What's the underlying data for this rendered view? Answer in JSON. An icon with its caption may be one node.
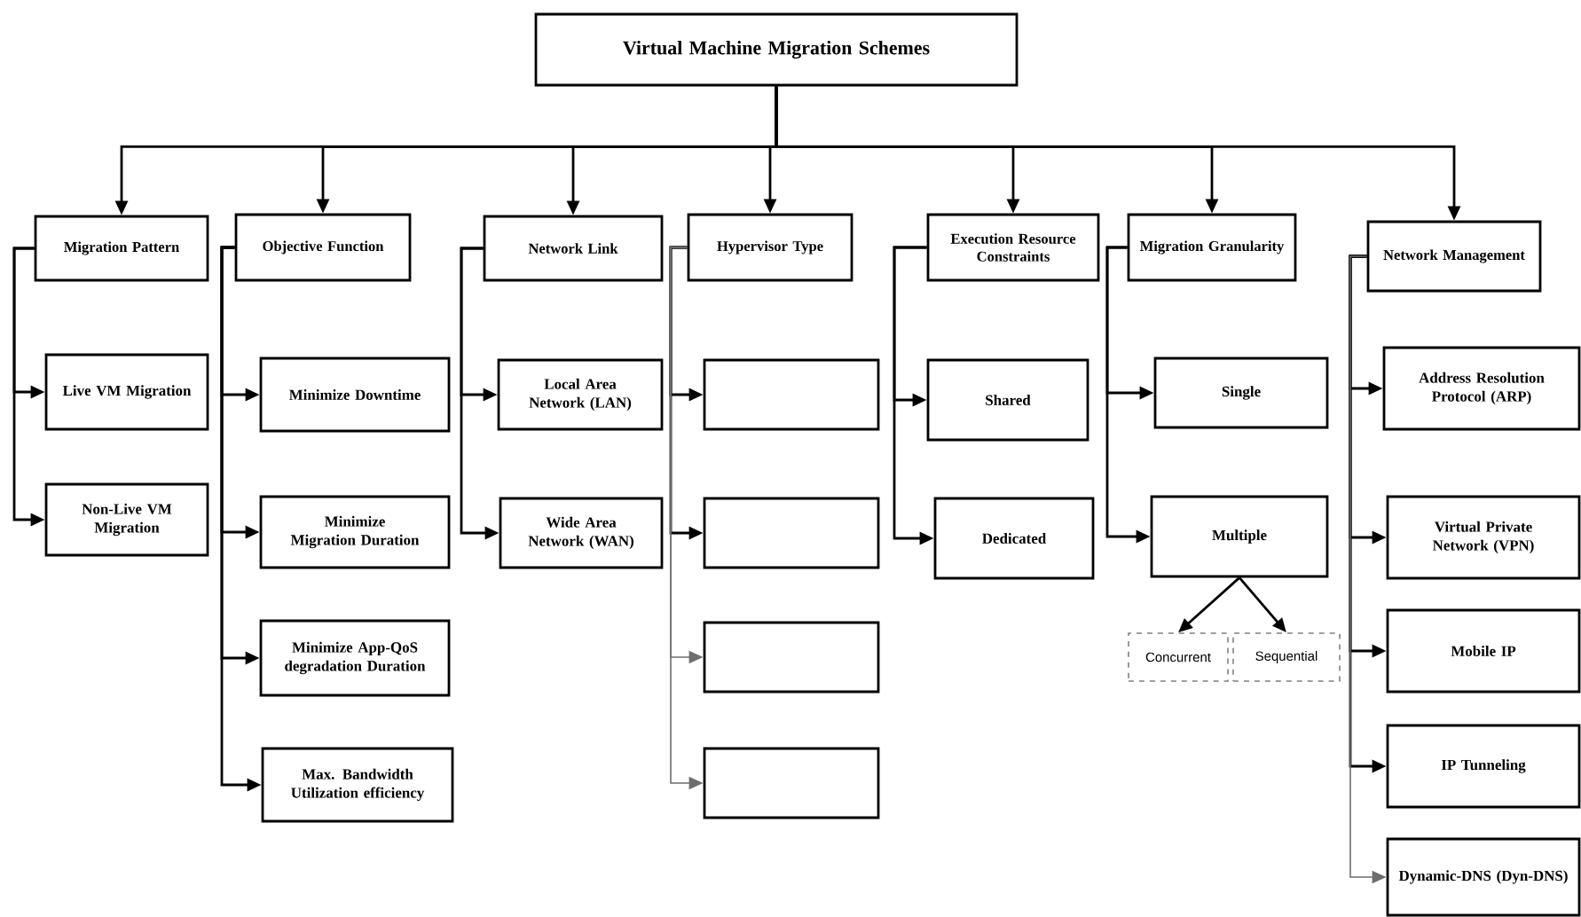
{
  "diagram": {
    "nodes": [
      {
        "text": [
          "Virtual Machine Migration Schemes"
        ]
      },
      {
        "text": [
          "Migration Pattern"
        ]
      },
      {
        "text": [
          "Objective Function"
        ]
      },
      {
        "text": [
          "Network Link"
        ]
      },
      {
        "text": [
          "Hypervisor Type"
        ]
      },
      {
        "text": [
          "Execution Resource Constraints"
        ]
      },
      {
        "text": [
          "Migration Granularity"
        ]
      },
      {
        "text": [
          "Network Management"
        ]
      },
      {
        "text": [
          "Live VM Migration"
        ]
      },
      {
        "text": [
          "Non-Live VM Migration"
        ]
      },
      {
        "text": [
          "Minimize Downtime"
        ]
      },
      {
        "text": [
          "Minimize Migration Duration"
        ]
      },
      {
        "text": [
          "Minimize App-QoS degradation Duration"
        ]
      },
      {
        "text": [
          "Max. Bandwidth Utilization efficiency"
        ]
      },
      {
        "text": [
          "Local Area Network (LAN)"
        ]
      },
      {
        "text": [
          "Wide Area Network (WAN)"
        ]
      },
      {
        "text": [],
        "shape": "box"
      },
      {
        "text": [],
        "shape": "box"
      },
      {
        "text": [],
        "shape": "box"
      },
      {
        "text": [],
        "shape": "box"
      },
      {
        "text": [
          "Shared"
        ]
      },
      {
        "text": [
          "Dedicated"
        ]
      },
      {
        "text": [
          "Single"
        ]
      },
      {
        "text": [
          "Multiple"
        ]
      },
      {
        "text": [
          "Concurrent"
        ]
      },
      {
        "text": [
          "Sequential"
        ]
      },
      {
        "text": [
          "Address Resolution Protocol (ARP)"
        ]
      },
      {
        "text": [
          "Virtual Private Network (VPN)"
        ]
      },
      {
        "text": [
          "Mobile IP"
        ]
      },
      {
        "text": [
          "IP Tunneling"
        ]
      },
      {
        "text": [
          "Dynamic-DNS (Dyn-DNS)"
        ]
      }
    ],
    "edges": [
      {
        "from": 0,
        "to": 1,
        "arrow": "to"
      },
      {
        "from": 0,
        "to": 2,
        "arrow": "to"
      },
      {
        "from": 0,
        "to": 3,
        "arrow": "to"
      },
      {
        "from": 0,
        "to": 4,
        "arrow": "to"
      },
      {
        "from": 0,
        "to": 5,
        "arrow": "to"
      },
      {
        "from": 0,
        "to": 6,
        "arrow": "to"
      },
      {
        "from": 0,
        "to": 7,
        "arrow": "to"
      },
      {
        "from": 1,
        "to": 8,
        "arrow": "to"
      },
      {
        "from": 1,
        "to": 9,
        "arrow": "to"
      },
      {
        "from": 2,
        "to": 10,
        "arrow": "to"
      },
      {
        "from": 2,
        "to": 11,
        "arrow": "to"
      },
      {
        "from": 2,
        "to": 12,
        "arrow": "to"
      },
      {
        "from": 2,
        "to": 13,
        "arrow": "to"
      },
      {
        "from": 3,
        "to": 14,
        "arrow": "to"
      },
      {
        "from": 3,
        "to": 15,
        "arrow": "to"
      },
      {
        "from": 4,
        "to": 16,
        "arrow": "to"
      },
      {
        "from": 4,
        "to": 17,
        "arrow": "to"
      },
      {
        "from": 4,
        "to": 18,
        "arrow": "to",
        "color": "#6e6e6e"
      },
      {
        "from": 4,
        "to": 19,
        "arrow": "to",
        "color": "#6e6e6e"
      },
      {
        "from": 5,
        "to": 20,
        "arrow": "to"
      },
      {
        "from": 5,
        "to": 21,
        "arrow": "to"
      },
      {
        "from": 6,
        "to": 22,
        "arrow": "to"
      },
      {
        "from": 6,
        "to": 23,
        "arrow": "to"
      },
      {
        "from": 23,
        "to": 24,
        "arrow": "to"
      },
      {
        "from": 23,
        "to": 25,
        "arrow": "to"
      },
      {
        "from": 7,
        "to": 26,
        "arrow": "to"
      },
      {
        "from": 7,
        "to": 27,
        "arrow": "to"
      },
      {
        "from": 7,
        "to": 28,
        "arrow": "to"
      },
      {
        "from": 7,
        "to": 29,
        "arrow": "to"
      },
      {
        "from": 7,
        "to": 30,
        "arrow": "to",
        "color": "#6e6e6e"
      }
    ]
  }
}
